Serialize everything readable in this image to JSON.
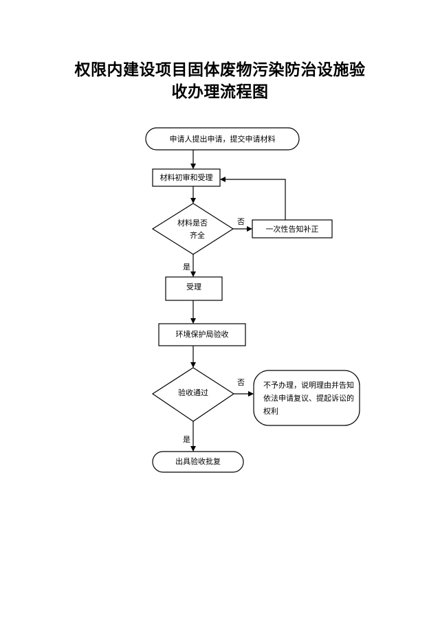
{
  "title": {
    "line1": "权限内建设项目固体废物污染防治设施验",
    "line2": "收办理流程图"
  },
  "nodes": {
    "start": "申请人提出申请，提交申请材料",
    "initial_review": "材料初审和受理",
    "complete_q_line1": "材料是否",
    "complete_q_line2": "齐全",
    "notify": "一次性告知补正",
    "accept": "受理",
    "inspect": "环境保护局验收",
    "pass_q": "验收通过",
    "reject_line1": "不予办理，说明理由并告知",
    "reject_line2": "依法申请复议、提起诉讼的",
    "reject_line3": "权利",
    "end": "出具验收批复"
  },
  "edges": {
    "no_1": "否",
    "yes_1": "是",
    "no_2": "否",
    "yes_2": "是"
  }
}
